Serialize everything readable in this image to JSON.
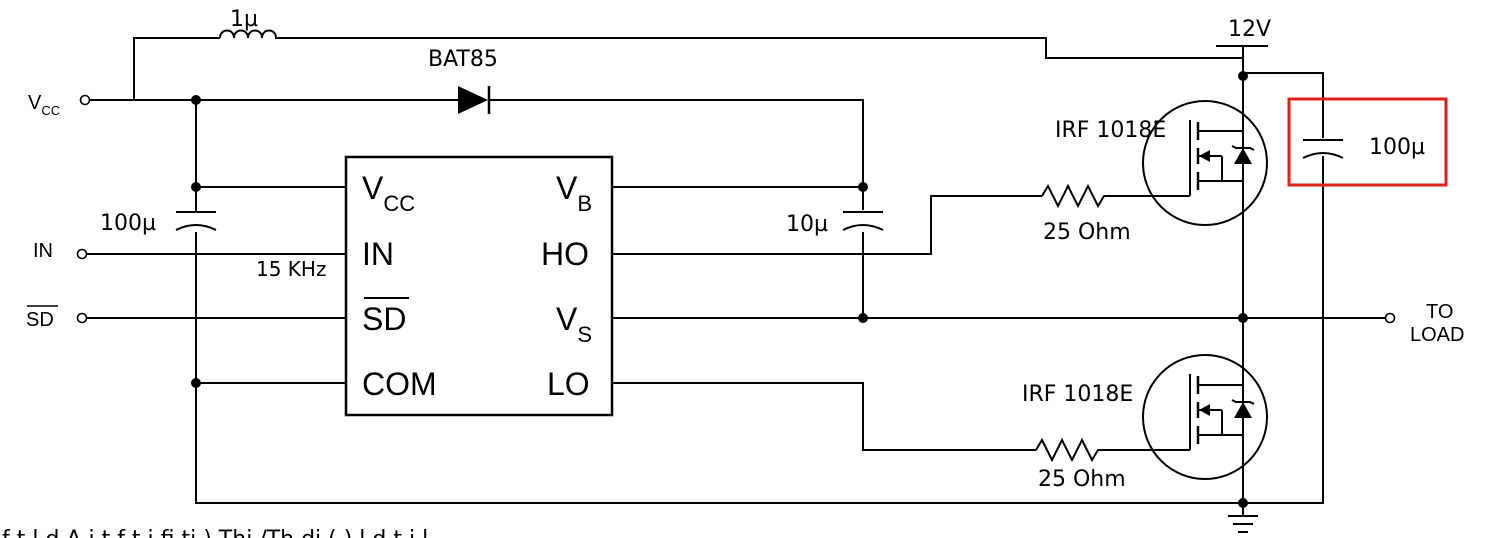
{
  "inputs": {
    "vcc_main": "V",
    "vcc_sub": "CC",
    "in": "IN",
    "sd": "SD",
    "to_load_1": "TO",
    "to_load_2": "LOAD"
  },
  "ic": {
    "left_pins": {
      "vcc_main": "V",
      "vcc_sub": "CC",
      "in": "IN",
      "sd": "SD",
      "com": "COM"
    },
    "right_pins": {
      "vb_main": "V",
      "vb_sub": "B",
      "ho": "HO",
      "vs_main": "V",
      "vs_sub": "S",
      "lo": "LO"
    }
  },
  "components": {
    "inductor": "1µ",
    "diode": "BAT85",
    "supply": "12V",
    "cap_left": "100µ",
    "cap_mid": "10µ",
    "cap_right": "100µ",
    "freq": "15 KHz",
    "mosfet_top": "IRF 1018E",
    "mosfet_bottom": "IRF 1018E",
    "res_top": "25 Ohm",
    "res_bottom": "25 Ohm"
  },
  "caption": "f  t  l  d  A  i  t  f  t  i  fi  ti  ) Thi /Th  di  ( )  l  d  t i  l",
  "colors": {
    "wire": "#000000",
    "highlight": "#e0201c",
    "background": "#ffffff"
  }
}
